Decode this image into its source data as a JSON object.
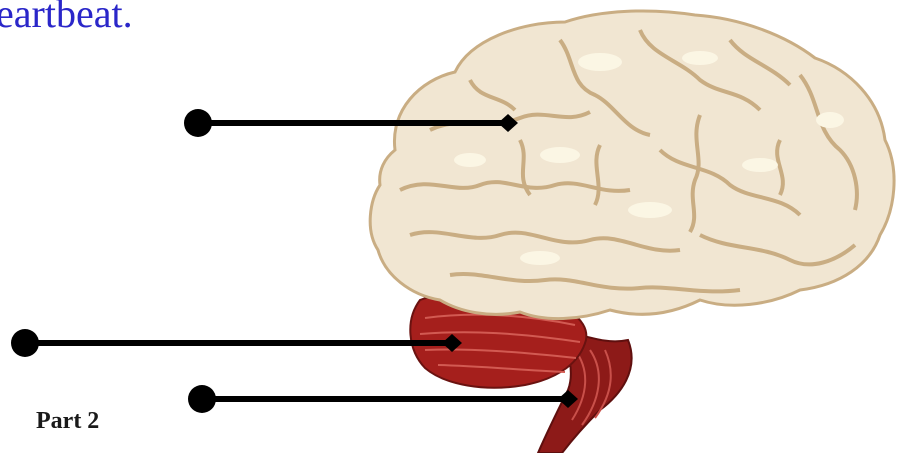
{
  "header": {
    "text": "eartbeat."
  },
  "labels": {
    "part": "Part 2"
  },
  "colors": {
    "heading": "#2a26c9",
    "cerebrum_fill": "#f1e6d2",
    "cerebrum_fold": "#c9ad83",
    "cerebrum_highlight": "#fbf6e4",
    "cerebellum_fill": "#a51f1c",
    "brainstem_fill": "#8d1a18",
    "pointer": "#000000"
  },
  "diagram": {
    "parts": [
      "cerebrum",
      "cerebellum",
      "brainstem"
    ],
    "pointer_count": 3
  }
}
